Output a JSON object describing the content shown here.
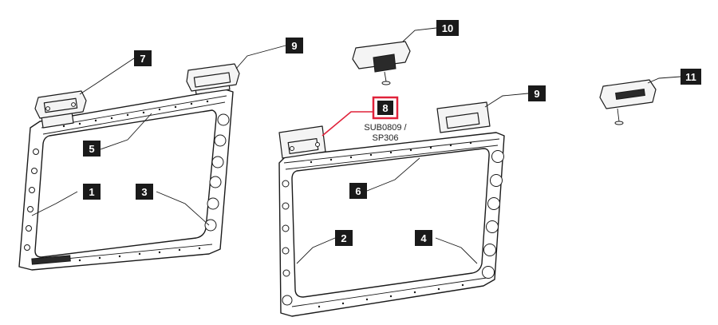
{
  "callouts": {
    "c1": "1",
    "c2": "2",
    "c3": "3",
    "c4": "4",
    "c5": "5",
    "c6": "6",
    "c7": "7",
    "c8": "8",
    "c9a": "9",
    "c9b": "9",
    "c10": "10",
    "c11": "11"
  },
  "part_8_caption": {
    "line1": "SUB0809 /",
    "line2": "SP306"
  },
  "colors": {
    "callout_fill": "#1a1a1a",
    "highlight": "#e0223a"
  }
}
